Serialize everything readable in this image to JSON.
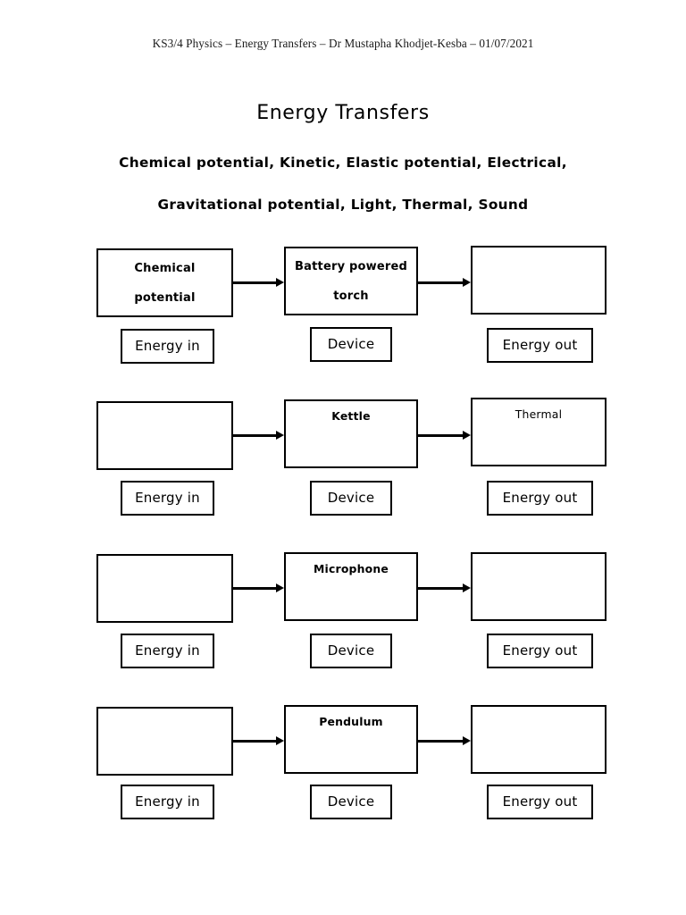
{
  "header": {
    "text": "KS3/4 Physics – Energy Transfers – Dr Mustapha Khodjet-Kesba – 01/07/2021"
  },
  "title": "Energy Transfers",
  "wordbank": {
    "line1": "Chemical potential,  Kinetic,  Elastic potential,  Electrical,",
    "line2": "Gravitational potential,  Light,  Thermal,  Sound",
    "terms": [
      "Chemical potential",
      "Kinetic",
      "Elastic potential",
      "Electrical",
      "Gravitational potential",
      "Light",
      "Thermal",
      "Sound"
    ]
  },
  "labels": {
    "energy_in": "Energy in",
    "device": "Device",
    "energy_out": "Energy out"
  },
  "rows": [
    {
      "energy_in": "Chemical\npotential",
      "energy_in_line1": "Chemical",
      "energy_in_line2": "potential",
      "device": "Battery powered\ntorch",
      "device_line1": "Battery powered",
      "device_line2": "torch",
      "energy_out": ""
    },
    {
      "energy_in": "",
      "device": "Kettle",
      "energy_out": "Thermal"
    },
    {
      "energy_in": "",
      "device": "Microphone",
      "energy_out": ""
    },
    {
      "energy_in": "",
      "device": "Pendulum",
      "energy_out": ""
    }
  ]
}
